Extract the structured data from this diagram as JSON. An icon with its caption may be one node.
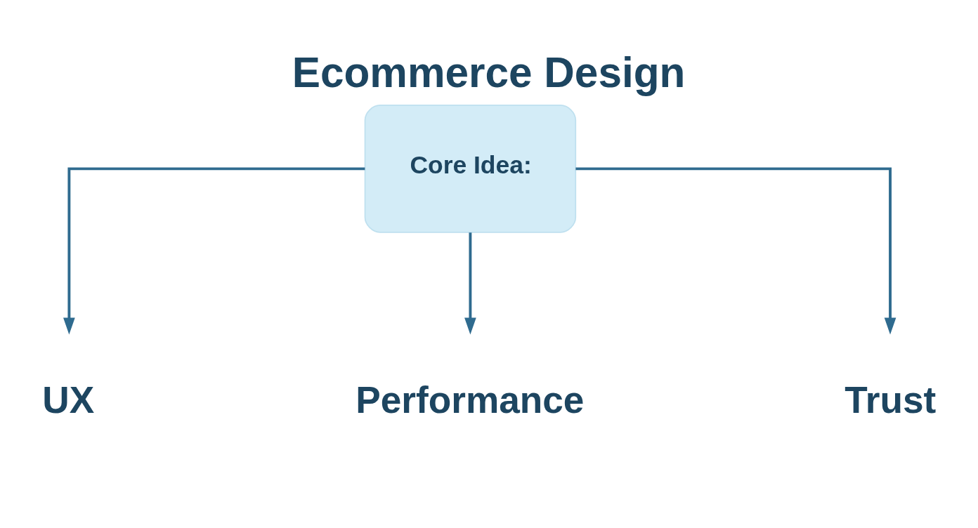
{
  "diagram": {
    "title": "Ecommerce Design",
    "nodes": [
      {
        "text": [
          "Core Idea:"
        ]
      },
      {
        "text": [
          "UX"
        ]
      },
      {
        "text": [
          "Performance"
        ]
      },
      {
        "text": [
          "Trust"
        ]
      }
    ],
    "edges": [
      {
        "from": 0,
        "to": 1,
        "arrow": "to"
      },
      {
        "from": 0,
        "to": 2,
        "arrow": "to"
      },
      {
        "from": 0,
        "to": 3,
        "arrow": "to"
      }
    ]
  }
}
